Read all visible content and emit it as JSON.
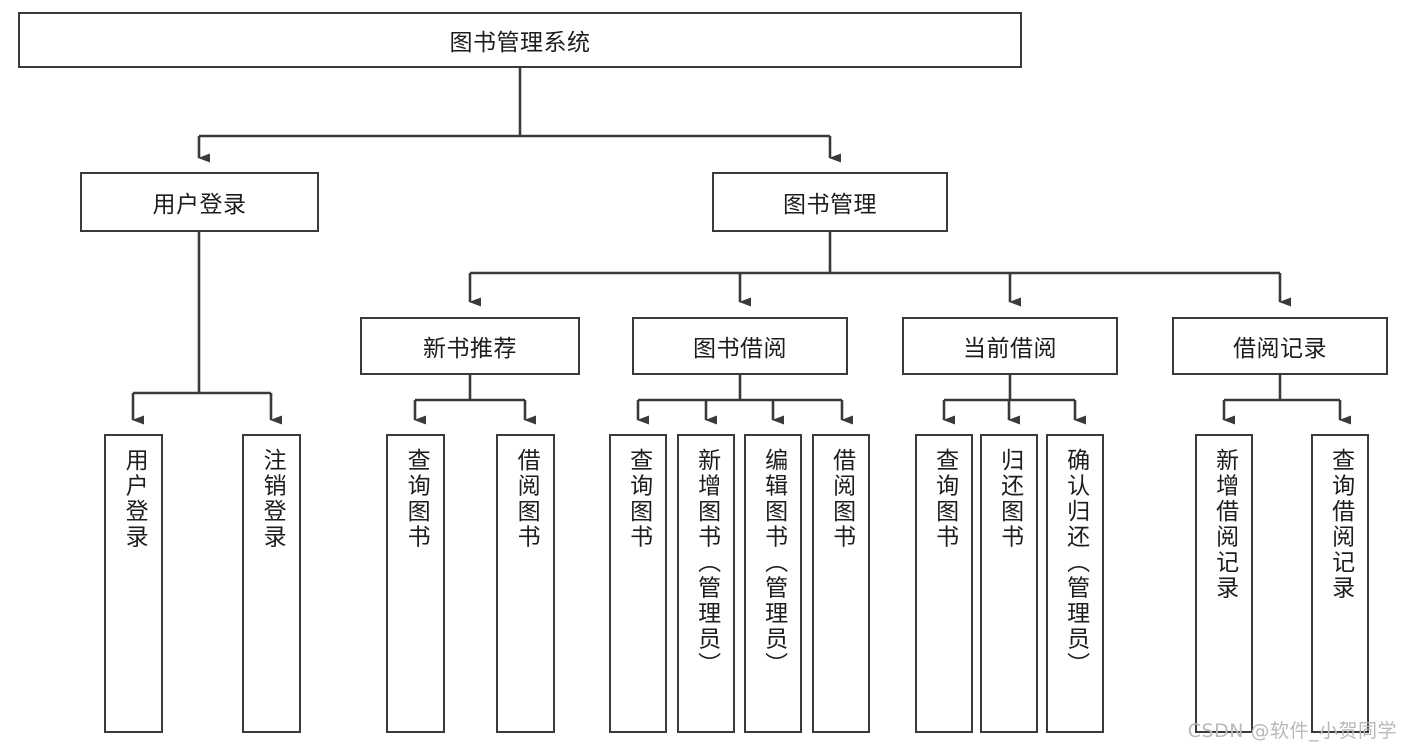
{
  "diagram": {
    "title": "图书管理系统",
    "type": "tree",
    "watermark": "CSDN @软件_小贺同学",
    "colors": {
      "box_border": "#3a3a3a",
      "box_fill": "#ffffff",
      "line": "#3a3a3a",
      "text": "#1d1d1d",
      "watermark": "#b9b9b9"
    },
    "nodes": {
      "root": {
        "label": "图书管理系统",
        "orientation": "horizontal"
      },
      "level1": [
        {
          "id": "user-login",
          "label": "用户登录",
          "orientation": "horizontal"
        },
        {
          "id": "book-manage",
          "label": "图书管理",
          "orientation": "horizontal"
        }
      ],
      "level2": [
        {
          "id": "new-book-recommend",
          "label": "新书推荐",
          "orientation": "horizontal"
        },
        {
          "id": "book-borrow",
          "label": "图书借阅",
          "orientation": "horizontal"
        },
        {
          "id": "current-borrow",
          "label": "当前借阅",
          "orientation": "horizontal"
        },
        {
          "id": "borrow-record",
          "label": "借阅记录",
          "orientation": "horizontal"
        }
      ],
      "leaves": [
        {
          "id": "leaf-user-login",
          "parent": "user-login",
          "label": "用户登录",
          "orientation": "vertical"
        },
        {
          "id": "leaf-user-logout",
          "parent": "user-login",
          "label": "注销登录",
          "orientation": "vertical"
        },
        {
          "id": "leaf-query-book-1",
          "parent": "new-book-recommend",
          "label": "查询图书",
          "orientation": "vertical"
        },
        {
          "id": "leaf-borrow-book-1",
          "parent": "new-book-recommend",
          "label": "借阅图书",
          "orientation": "vertical"
        },
        {
          "id": "leaf-query-book-2",
          "parent": "book-borrow",
          "label": "查询图书",
          "orientation": "vertical"
        },
        {
          "id": "leaf-add-book",
          "parent": "book-borrow",
          "label": "新增图书（管理员）",
          "orientation": "vertical"
        },
        {
          "id": "leaf-edit-book",
          "parent": "book-borrow",
          "label": "编辑图书（管理员）",
          "orientation": "vertical"
        },
        {
          "id": "leaf-borrow-book-2",
          "parent": "book-borrow",
          "label": "借阅图书",
          "orientation": "vertical"
        },
        {
          "id": "leaf-query-book-3",
          "parent": "current-borrow",
          "label": "查询图书",
          "orientation": "vertical"
        },
        {
          "id": "leaf-return-book",
          "parent": "current-borrow",
          "label": "归还图书",
          "orientation": "vertical"
        },
        {
          "id": "leaf-confirm-return",
          "parent": "current-borrow",
          "label": "确认归还（管理员）",
          "orientation": "vertical"
        },
        {
          "id": "leaf-add-record",
          "parent": "borrow-record",
          "label": "新增借阅记录",
          "orientation": "vertical"
        },
        {
          "id": "leaf-query-record",
          "parent": "borrow-record",
          "label": "查询借阅记录",
          "orientation": "vertical"
        }
      ]
    }
  }
}
